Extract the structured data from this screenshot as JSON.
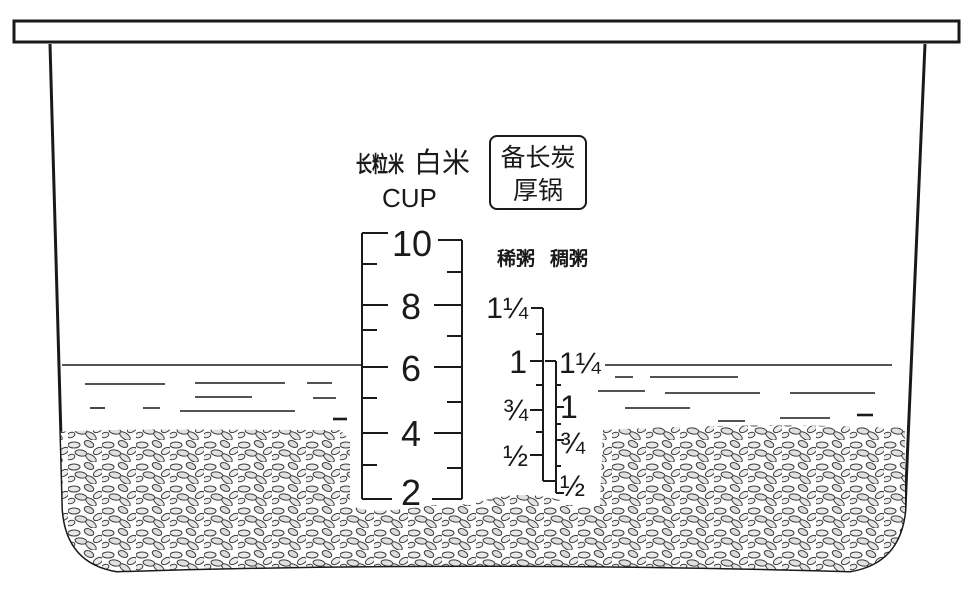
{
  "header": {
    "long_grain_label": "长粒米",
    "white_rice_label": "白米",
    "cup_label": "CUP",
    "badge_line1": "备长炭",
    "badge_line2": "厚锅"
  },
  "porridge": {
    "thin_label": "稀粥",
    "thick_label": "稠粥"
  },
  "cup_scale": {
    "ticks": [
      "10",
      "8",
      "6",
      "4",
      "2"
    ]
  },
  "thin_scale": {
    "ticks": [
      "1¼",
      "1",
      "¾",
      "½"
    ]
  },
  "thick_scale": {
    "ticks": [
      "1¼",
      "1",
      "¾",
      "½"
    ]
  },
  "colors": {
    "line": "#1a1a1a",
    "rice_fill": "#e3e3e3",
    "rice_stroke": "#3a3a3a"
  }
}
